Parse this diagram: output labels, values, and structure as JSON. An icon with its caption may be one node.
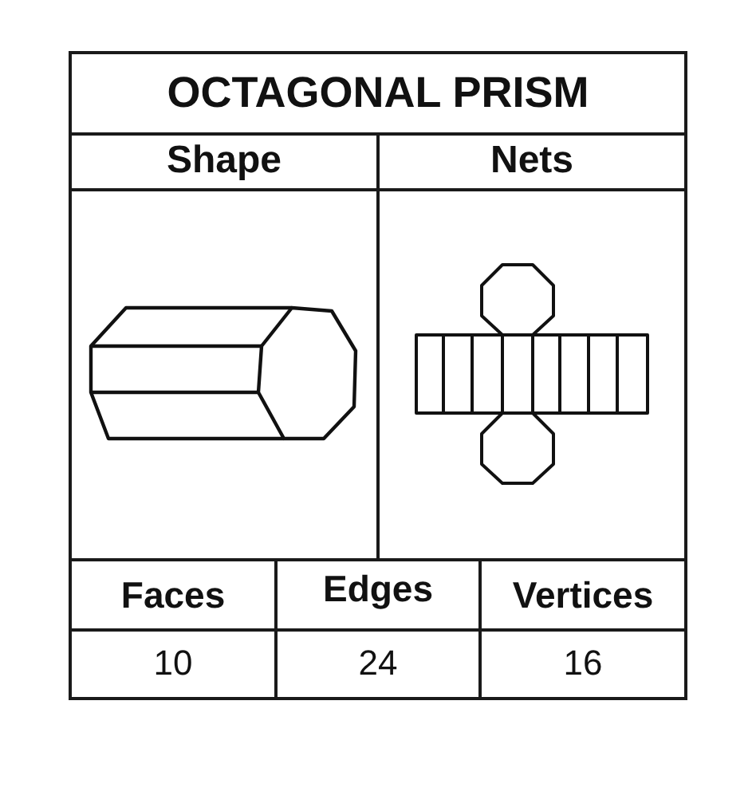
{
  "diagram": {
    "title": "OCTAGONAL PRISM",
    "labels": [
      "Shape",
      "Nets",
      "Faces",
      "Edges",
      "Vertices",
      "10",
      "24",
      "16"
    ]
  }
}
